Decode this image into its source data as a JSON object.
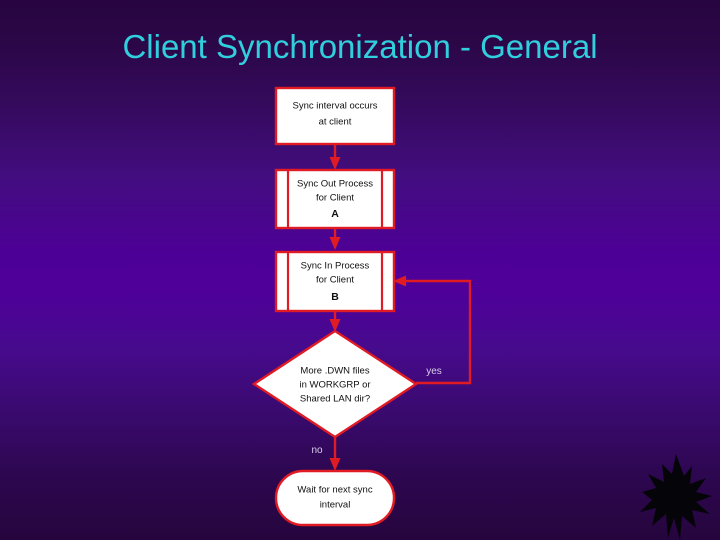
{
  "slide": {
    "title": "Client Synchronization - General",
    "title_color": "#31cfdd",
    "background_top_color": "#270540",
    "background_mid_color": "#4d0096",
    "background_bottom_color": "#26053d",
    "shape_border_color": "#e01b24",
    "shape_fill_color": "#ffffff",
    "shape_text_color": "#111111",
    "edge_label_color": "#d8d0e8"
  },
  "flowchart": {
    "nodes": [
      {
        "id": "start",
        "shape": "process",
        "lines": [
          "Sync interval occurs",
          "at client"
        ]
      },
      {
        "id": "sync-out",
        "shape": "predefined-process",
        "lines": [
          "Sync Out Process",
          "for Client"
        ],
        "bold_line": "A"
      },
      {
        "id": "sync-in",
        "shape": "predefined-process",
        "lines": [
          "Sync In Process",
          "for Client"
        ],
        "bold_line": "B"
      },
      {
        "id": "decision",
        "shape": "decision",
        "lines": [
          "More .DWN files",
          "in WORKGRP or",
          "Shared LAN dir?"
        ]
      },
      {
        "id": "wait",
        "shape": "terminator",
        "lines": [
          "Wait for next sync",
          "interval"
        ]
      }
    ],
    "edge_labels": {
      "yes": "yes",
      "no": "no"
    }
  },
  "logo": {
    "name": "star-burst-logo",
    "color": "#000000"
  }
}
